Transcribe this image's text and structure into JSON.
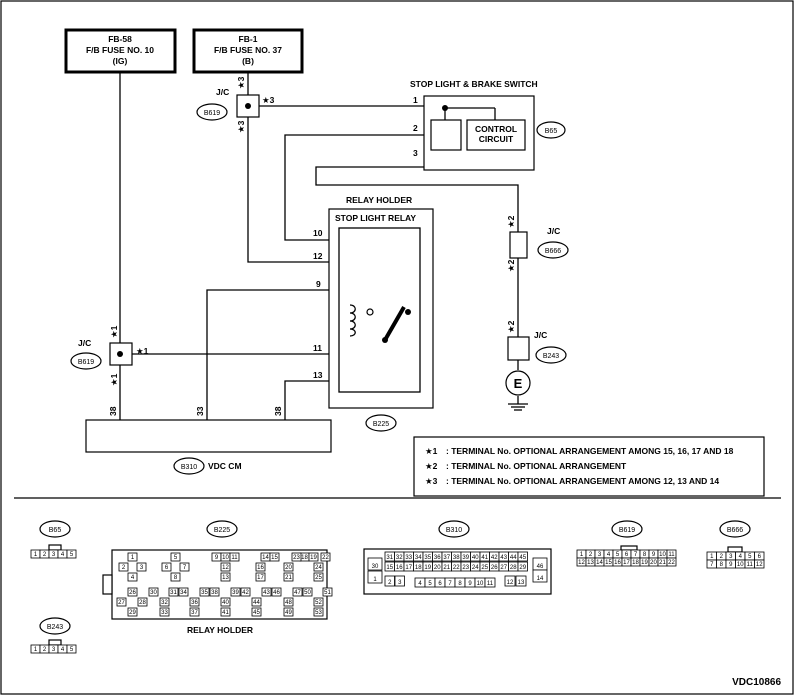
{
  "fuses": [
    {
      "id": "FB-58",
      "name": "F/B FUSE NO. 10",
      "supply": "(IG)"
    },
    {
      "id": "FB-1",
      "name": "F/B FUSE NO. 37",
      "supply": "(B)"
    }
  ],
  "components": {
    "stop_switch": {
      "title": "STOP LIGHT & BRAKE SWITCH",
      "circuit": [
        "CONTROL",
        "CIRCUIT"
      ],
      "code": "B65",
      "pins": [
        "1",
        "2",
        "3"
      ]
    },
    "relay": {
      "holder_title": "RELAY HOLDER",
      "relay_title": "STOP LIGHT RELAY",
      "code": "B225",
      "pins": [
        "10",
        "12",
        "9",
        "11",
        "13"
      ]
    },
    "vdc": {
      "code": "B310",
      "name": "VDC CM",
      "pins": [
        "38",
        "33",
        "38"
      ]
    },
    "jc_b619_top": {
      "label": "J/C",
      "code": "B619",
      "mark": "★3"
    },
    "jc_b619_bottom": {
      "label": "J/C",
      "code": "B619",
      "mark": "★1"
    },
    "jc_b666": {
      "label": "J/C",
      "code": "B666",
      "mark": "★2"
    },
    "jc_b243": {
      "label": "J/C",
      "code": "B243",
      "mark": "★2"
    },
    "ground": {
      "symbol": "E"
    }
  },
  "notes": [
    {
      "mark": "★1",
      "text": ": TERMINAL No. OPTIONAL ARRANGEMENT AMONG 15, 16, 17 AND 18"
    },
    {
      "mark": "★2",
      "text": ": TERMINAL No. OPTIONAL ARRANGEMENT"
    },
    {
      "mark": "★3",
      "text": ": TERMINAL No. OPTIONAL ARRANGEMENT AMONG 12, 13 AND 14"
    }
  ],
  "connectors": {
    "b65": {
      "code": "B65",
      "pins": [
        "1",
        "2",
        "3",
        "4",
        "5"
      ]
    },
    "b243": {
      "code": "B243",
      "pins": [
        "1",
        "2",
        "3",
        "4",
        "5"
      ]
    },
    "b225": {
      "code": "B225",
      "label": "RELAY HOLDER",
      "pins": [
        "1",
        "2",
        "3",
        "4",
        "5",
        "6",
        "7",
        "8",
        "9",
        "10",
        "11",
        "14",
        "15",
        "18",
        "19",
        "22",
        "23",
        "12",
        "16",
        "20",
        "24",
        "13",
        "17",
        "21",
        "25",
        "26",
        "30",
        "31",
        "34",
        "35",
        "38",
        "39",
        "42",
        "43",
        "46",
        "47",
        "50",
        "51",
        "27",
        "28",
        "32",
        "36",
        "40",
        "44",
        "48",
        "52",
        "29",
        "33",
        "37",
        "41",
        "45",
        "49",
        "53"
      ]
    },
    "b310": {
      "code": "B310",
      "pins": [
        "31",
        "32",
        "33",
        "34",
        "35",
        "36",
        "37",
        "38",
        "39",
        "40",
        "41",
        "42",
        "43",
        "44",
        "45",
        "15",
        "16",
        "17",
        "18",
        "19",
        "20",
        "21",
        "22",
        "23",
        "24",
        "25",
        "26",
        "27",
        "28",
        "29",
        "30",
        "46",
        "1",
        "2",
        "3",
        "4",
        "5",
        "6",
        "7",
        "8",
        "9",
        "10",
        "11",
        "12",
        "13",
        "14"
      ]
    },
    "b619": {
      "code": "B619",
      "pins": [
        "1",
        "2",
        "3",
        "4",
        "5",
        "6",
        "7",
        "8",
        "9",
        "10",
        "11",
        "12",
        "13",
        "14",
        "15",
        "16",
        "17",
        "18",
        "19",
        "20",
        "21",
        "22"
      ]
    },
    "b666": {
      "code": "B666",
      "pins": [
        "1",
        "2",
        "3",
        "4",
        "5",
        "6",
        "7",
        "8",
        "9",
        "10",
        "11",
        "12"
      ]
    }
  },
  "diagram_id": "VDC10866"
}
